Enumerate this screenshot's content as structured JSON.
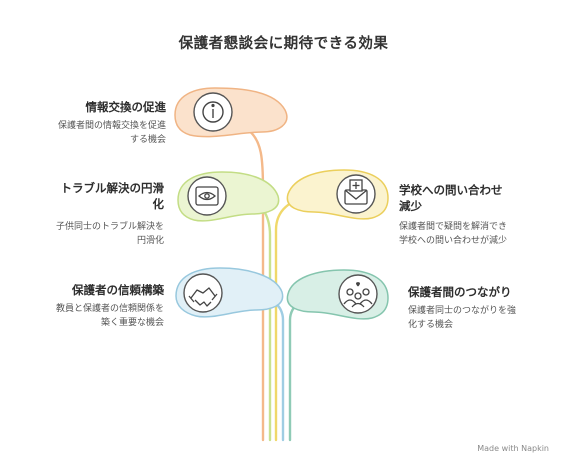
{
  "title": "保護者懇談会に期待できる効果",
  "items": [
    {
      "heading": "情報交換の促進",
      "desc_lines": [
        "保護者間の情報交換を促進",
        "する機会"
      ],
      "icon": "info-icon",
      "color": "#f7c9a3"
    },
    {
      "heading_lines": [
        "トラブル解決の円滑",
        "化"
      ],
      "desc_lines": [
        "子供同士のトラブル解決を",
        "円滑化"
      ],
      "icon": "eye-frame-icon",
      "color": "#d9ecb0"
    },
    {
      "heading_lines": [
        "学校への問い合わせ",
        "減少"
      ],
      "desc_lines": [
        "保護者間で疑問を解消でき",
        "学校への問い合わせが減少"
      ],
      "icon": "envelope-plus-icon",
      "color": "#f6e79c"
    },
    {
      "heading": "保護者の信頼構築",
      "desc_lines": [
        "教員と保護者の信頼関係を",
        "築く重要な機会"
      ],
      "icon": "handshake-icon",
      "color": "#bfe0ee"
    },
    {
      "heading": "保護者間のつながり",
      "desc_lines": [
        "保護者同士のつながりを強",
        "化する機会"
      ],
      "icon": "group-icon",
      "color": "#a9d8c8"
    }
  ],
  "footer": "Made with  Napkin"
}
